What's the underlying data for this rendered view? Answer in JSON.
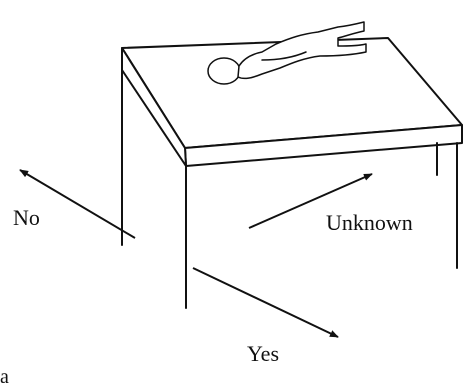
{
  "labels": {
    "no": "No",
    "unknown": "Unknown",
    "yes": "Yes",
    "panel": "a"
  },
  "colors": {
    "ink": "#111111",
    "background": "#ffffff"
  }
}
